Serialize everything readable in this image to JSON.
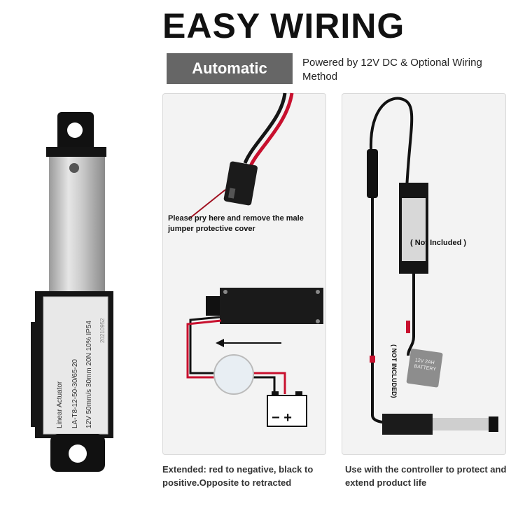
{
  "header": {
    "title": "EASY WIRING",
    "badge": "Automatic",
    "subtitle": "Powered by 12V DC & Optional Wiring Method"
  },
  "actuator_label": {
    "line1": "Linear Actuator",
    "line2": "LA-T8-12-50-30/65-20",
    "line3": "12V 50mm/s 30mm 20N 10% IP54",
    "serial": "20210952"
  },
  "panel_left": {
    "instruction": "Please pry here and remove the male jumper protective cover",
    "battery_symbol": "−  +",
    "caption": "Extended: red to negative, black to positive.Opposite to retracted"
  },
  "panel_right": {
    "not_included_1": "( Not Included )",
    "not_included_2": "( NOT INCLUDED)",
    "battery_text": "12V 2AH BATTERY",
    "caption": "Use with the controller to protect and extend product life"
  }
}
